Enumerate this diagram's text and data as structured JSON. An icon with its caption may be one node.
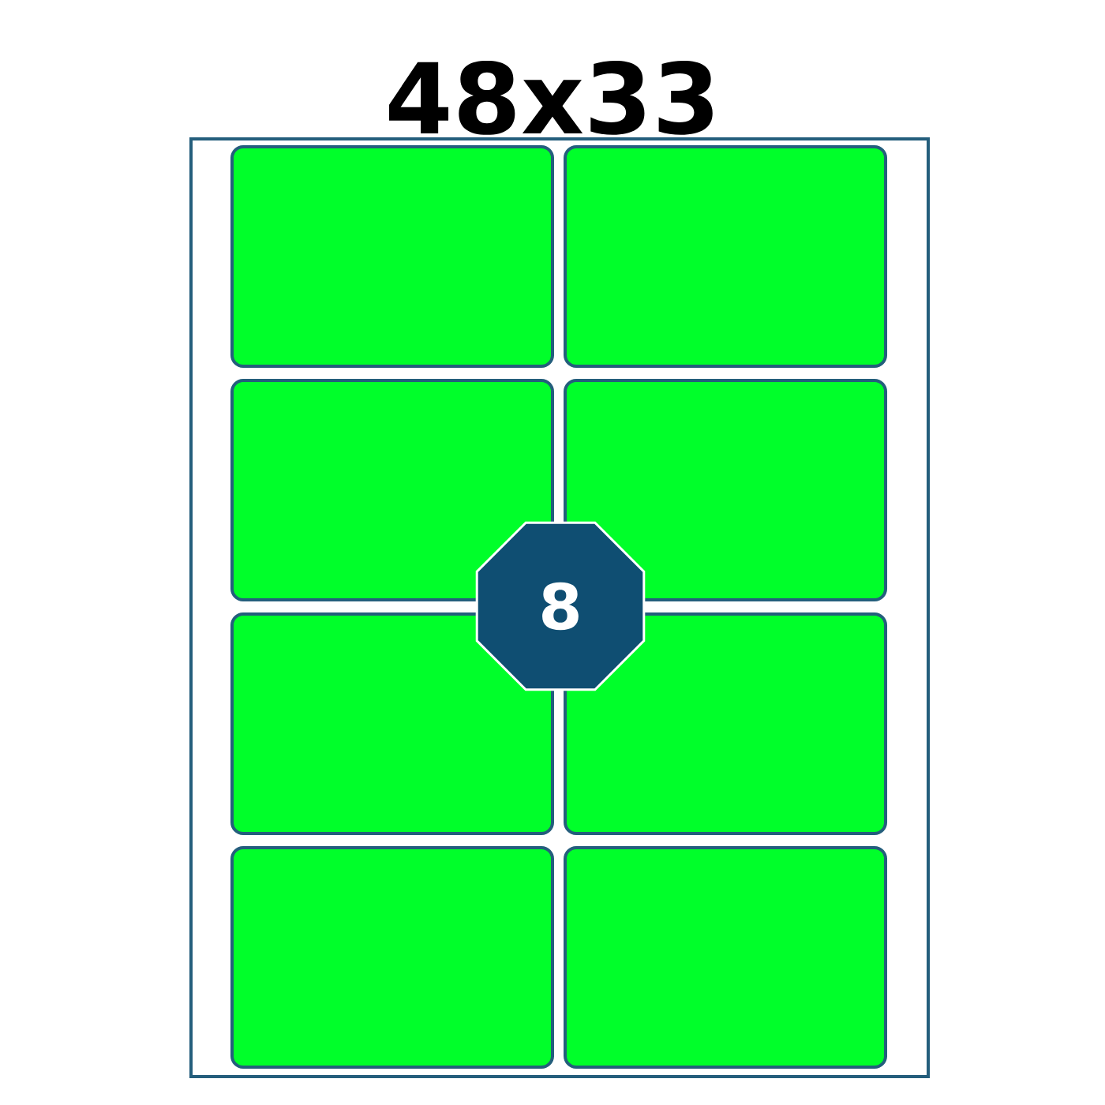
{
  "diagram": {
    "title": "48x33",
    "nodes": [
      {
        "text": [],
        "shape": "box"
      },
      {
        "text": [],
        "shape": "box",
        "in": 0
      },
      {
        "text": [],
        "shape": "box",
        "in": 0
      },
      {
        "text": [],
        "shape": "box",
        "in": 0
      },
      {
        "text": [],
        "shape": "box",
        "in": 0
      },
      {
        "text": [],
        "shape": "box",
        "in": 0
      },
      {
        "text": [],
        "shape": "box",
        "in": 0
      },
      {
        "text": [],
        "shape": "box",
        "in": 0
      },
      {
        "text": [],
        "shape": "box",
        "in": 0
      },
      {
        "text": [
          "8"
        ],
        "in": 0
      }
    ]
  }
}
